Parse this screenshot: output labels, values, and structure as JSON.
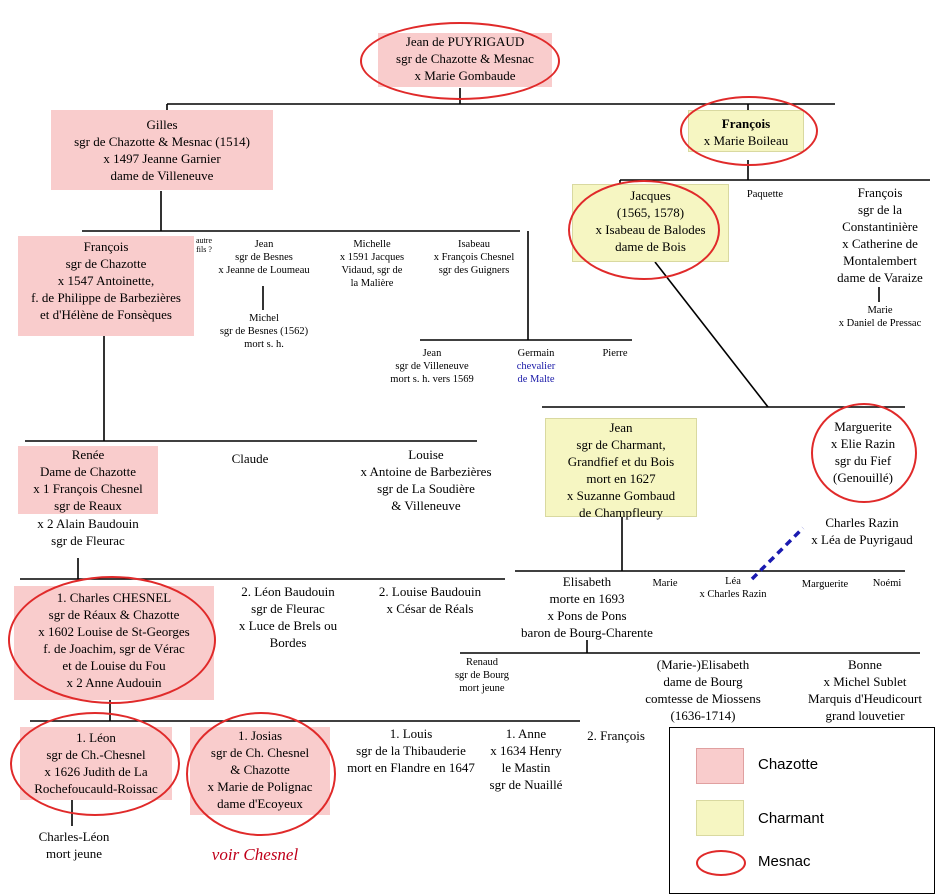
{
  "nodes": {
    "jean_puyrigaud": [
      "Jean de PUYRIGAUD",
      "sgr de Chazotte & Mesnac",
      "x Marie Gombaude"
    ],
    "gilles": [
      "Gilles",
      "sgr de Chazotte & Mesnac (1514)",
      "x 1497 Jeanne Garnier",
      "dame de Villeneuve"
    ],
    "francois_boileau": [
      "François",
      "x Marie Boileau"
    ],
    "jacques": [
      "Jacques",
      "(1565, 1578)",
      "x Isabeau de Balodes",
      "dame de Bois"
    ],
    "paquette": [
      "Paquette"
    ],
    "francois_constantiniere": [
      "François",
      "sgr de la",
      "Constantinière",
      "x Catherine de",
      "Montalembert",
      "dame de Varaize"
    ],
    "marie_pressac": [
      "Marie",
      "x Daniel de Pressac"
    ],
    "francois_chazotte": [
      "François",
      "sgr de Chazotte",
      "x 1547 Antoinette,",
      "f. de Philippe de Barbezières",
      "et d'Hélène de Fonsèques"
    ],
    "autre_fils": [
      "autre",
      "fils ?"
    ],
    "jean_besnes": [
      "Jean",
      "sgr de Besnes",
      "x Jeanne de Loumeau"
    ],
    "michel_besnes": [
      "Michel",
      "sgr de Besnes (1562)",
      "mort s. h."
    ],
    "michelle": [
      "Michelle",
      "x 1591 Jacques",
      "Vidaud, sgr de",
      "la Malière"
    ],
    "isabeau": [
      "Isabeau",
      "x François Chesnel",
      "sgr des Guigners"
    ],
    "jean_villeneuve": [
      "Jean",
      "sgr de Villeneuve",
      "mort s. h. vers 1569"
    ],
    "germain": [
      "Germain"
    ],
    "germain_malte": [
      "chevalier",
      "de Malte"
    ],
    "pierre": [
      "Pierre"
    ],
    "jean_charmant": [
      "Jean",
      "sgr de Charmant,",
      "Grandfief et du Bois",
      "mort en 1627",
      "x Suzanne Gombaud",
      "de Champfleury"
    ],
    "marguerite_razin": [
      "Marguerite",
      "x Elie Razin",
      "sgr du Fief",
      "(Genouillé)"
    ],
    "charles_razin": [
      "Charles Razin",
      "x Léa de Puyrigaud"
    ],
    "renee": [
      "Renée",
      "Dame de Chazotte",
      "x 1 François Chesnel",
      "sgr de Reaux"
    ],
    "renee_2": [
      "x 2 Alain Baudouin",
      "sgr de Fleurac"
    ],
    "claude": [
      "Claude"
    ],
    "louise_barbezieres": [
      "Louise",
      "x Antoine de Barbezières",
      "sgr de La Soudière",
      "& Villeneuve"
    ],
    "elisabeth": [
      "Elisabeth",
      "morte en 1693",
      "x Pons de Pons",
      "baron de Bourg-Charente"
    ],
    "marie2": [
      "Marie"
    ],
    "lea": [
      "Léa",
      "x Charles Razin"
    ],
    "marguerite2": [
      "Marguerite"
    ],
    "noemi": [
      "Noémi"
    ],
    "charles_chesnel": [
      "1. Charles CHESNEL",
      "sgr de Réaux & Chazotte",
      "x 1602 Louise de St-Georges",
      "f. de Joachim, sgr de Vérac",
      "et de Louise du Fou",
      "x 2 Anne Audouin"
    ],
    "leon_baudouin": [
      "2. Léon Baudouin",
      "sgr de Fleurac",
      "x Luce de Brels ou",
      "Bordes"
    ],
    "louise_baudouin": [
      "2. Louise Baudouin",
      "x César de Réals"
    ],
    "renaud": [
      "Renaud",
      "sgr de Bourg",
      "mort jeune"
    ],
    "marie_elisabeth": [
      "(Marie-)Elisabeth",
      "dame de Bourg",
      "comtesse de Miossens",
      "(1636-1714)"
    ],
    "bonne": [
      "Bonne",
      "x Michel Sublet",
      "Marquis d'Heudicourt",
      "grand louvetier"
    ],
    "leon_chesnel": [
      "1. Léon",
      "sgr de Ch.-Chesnel",
      "x 1626 Judith de La",
      "Rochefoucauld-Roissac"
    ],
    "josias": [
      "1. Josias",
      "sgr de Ch. Chesnel",
      "& Chazotte",
      "x Marie de Polignac",
      "dame d'Ecoyeux"
    ],
    "louis": [
      "1. Louis",
      "sgr de la Thibauderie",
      "mort en Flandre en 1647"
    ],
    "anne": [
      "1. Anne",
      "x 1634 Henry",
      "le Mastin",
      "sgr de Nuaillé"
    ],
    "francois_2": [
      "2. François"
    ],
    "charles_leon": [
      "Charles-Léon",
      "mort jeune"
    ],
    "voir_chesnel": [
      "voir Chesnel"
    ]
  },
  "legend": {
    "chazotte": "Chazotte",
    "charmant": "Charmant",
    "mesnac": "Mesnac"
  },
  "colors": {
    "chazotte": "#f9cccc",
    "charmant": "#f6f6c2",
    "mesnac": "#e02a2a",
    "link": "#000000",
    "dashed_link": "#1a1ab0"
  }
}
